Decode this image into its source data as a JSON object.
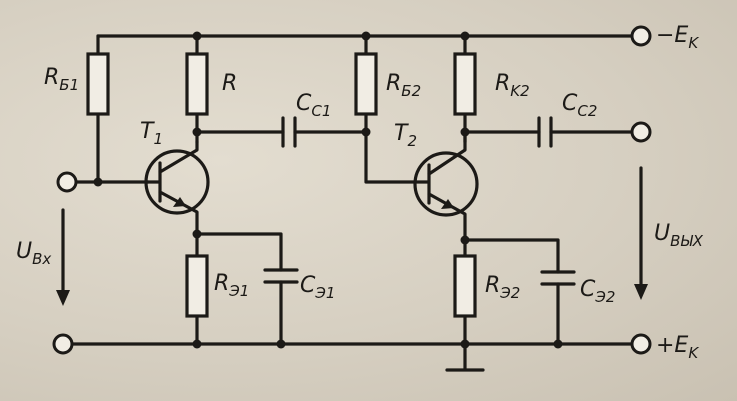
{
  "labels": {
    "rb1": "R",
    "rb1_sub": "Б1",
    "r": "R",
    "cc1": "C",
    "cc1_sub": "C1",
    "rb2": "R",
    "rb2_sub": "Б2",
    "rk2": "R",
    "rk2_sub": "K2",
    "cc2": "C",
    "cc2_sub": "C2",
    "ek_neg": "−E",
    "ek_neg_sub": "K",
    "ek_pos": "+E",
    "ek_pos_sub": "K",
    "t1": "T",
    "t1_sub": "1",
    "t2": "T",
    "t2_sub": "2",
    "uin": "U",
    "uin_sub": "Bx",
    "uout": "U",
    "uout_sub": "BЫX",
    "re1": "R",
    "re1_sub": "Э1",
    "ce1": "C",
    "ce1_sub": "Э1",
    "re2": "R",
    "re2_sub": "Э2",
    "ce2": "C",
    "ce2_sub": "Э2"
  }
}
